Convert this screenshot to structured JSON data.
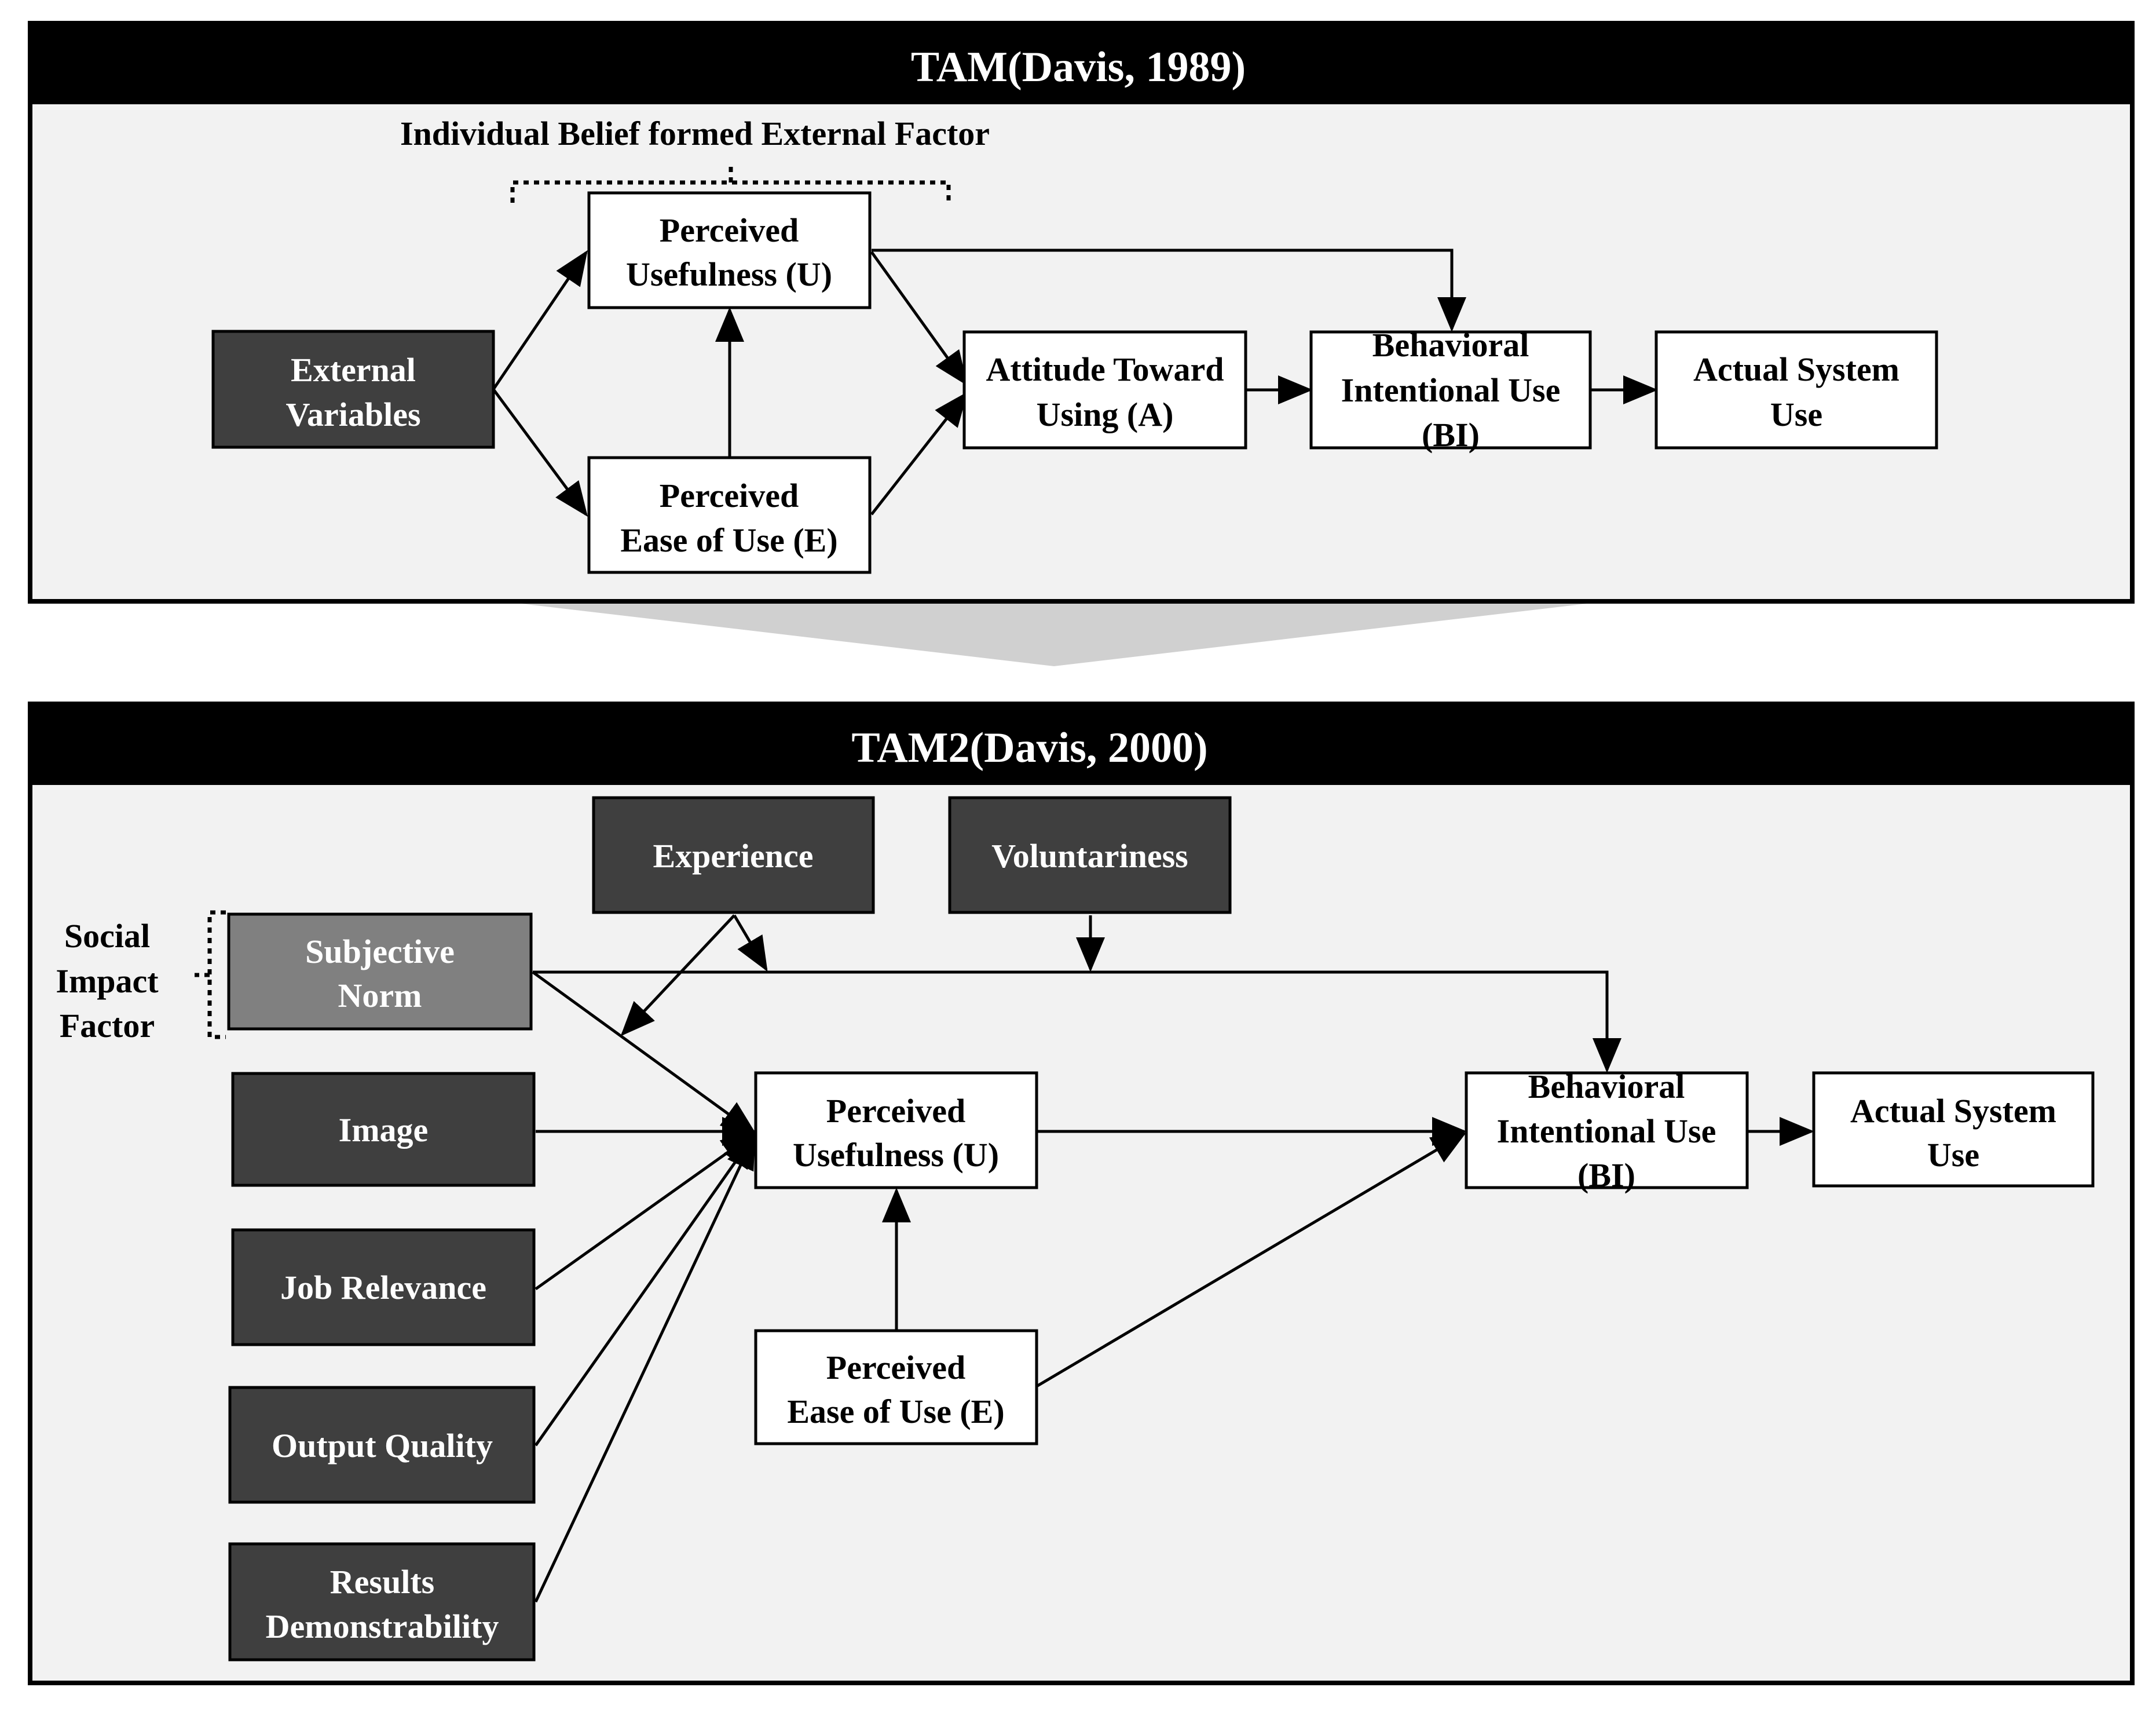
{
  "colors": {
    "dark_box": "#3f3f3f",
    "grey_box": "#808080",
    "panel_bg": "#f2f2f2",
    "header_bg": "#000000",
    "arrow": "#000000",
    "funnel": "#d0d0d0"
  },
  "tam": {
    "title": "TAM(Davis, 1989)",
    "bracket_label": "Individual  Belief formed  External Factor",
    "external_variables": [
      "External",
      "Variables"
    ],
    "perceived_usefulness": [
      "Perceived",
      "Usefulness (U)"
    ],
    "perceived_ease": [
      "Perceived",
      "Ease of Use (E)"
    ],
    "attitude": [
      "Attitude Toward",
      "Using (A)"
    ],
    "behavioral_intention": [
      "Behavioral",
      "Intentional Use",
      "(BI)"
    ],
    "actual_use": [
      "Actual System",
      "Use"
    ]
  },
  "tam2": {
    "title": "TAM2(Davis, 2000)",
    "social_label": [
      "Social",
      "Impact",
      "Factor"
    ],
    "experience": "Experience",
    "voluntariness": "Voluntariness",
    "subjective_norm": [
      "Subjective",
      "Norm"
    ],
    "image": "Image",
    "job_relevance": "Job Relevance",
    "output_quality": "Output  Quality",
    "results_demonstrability": [
      "Results",
      "Demonstrability"
    ],
    "perceived_usefulness": [
      "Perceived",
      "Usefulness (U)"
    ],
    "perceived_ease": [
      "Perceived",
      "Ease of Use (E)"
    ],
    "behavioral_intention": [
      "Behavioral",
      "Intentional Use",
      "(BI)"
    ],
    "actual_use": [
      "Actual System",
      "Use"
    ]
  }
}
